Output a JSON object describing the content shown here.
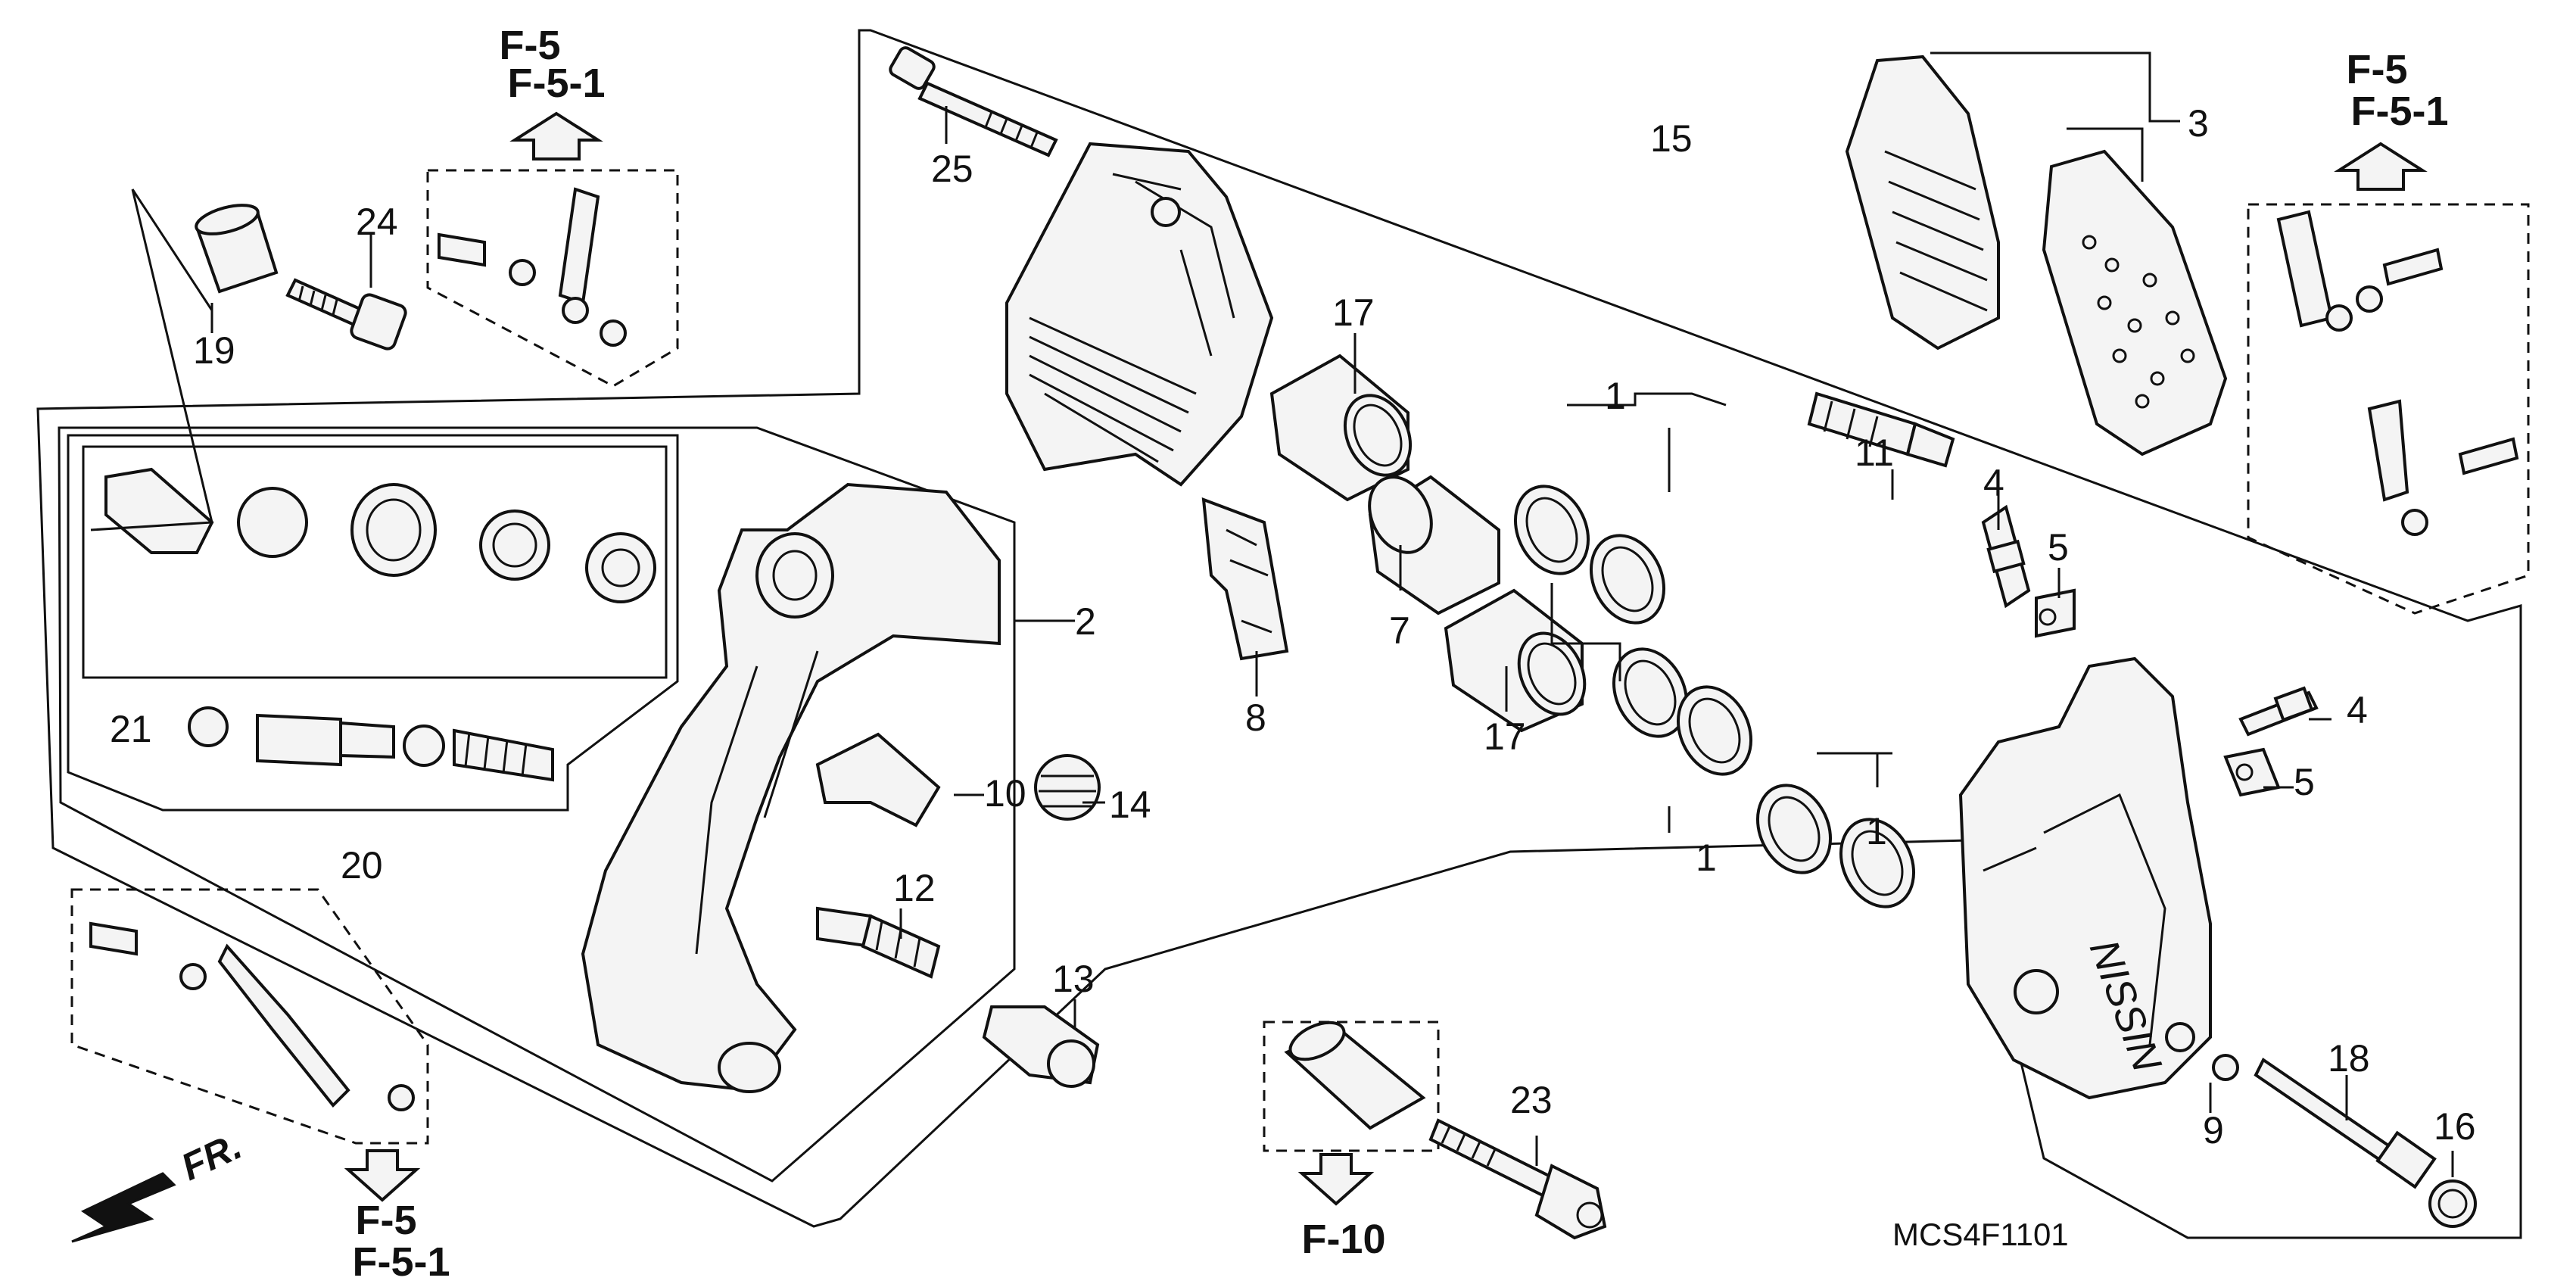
{
  "diagram": {
    "code": "MCS4F1101",
    "front_marker": "FR.",
    "caliper_brand": "NISSIN",
    "references": [
      {
        "id": "ref-top-left",
        "lines": [
          "F-5",
          "F-5-1"
        ]
      },
      {
        "id": "ref-top-right",
        "lines": [
          "F-5",
          "F-5-1"
        ]
      },
      {
        "id": "ref-bottom-left",
        "lines": [
          "F-5",
          "F-5-1"
        ]
      },
      {
        "id": "ref-bottom-center",
        "lines": [
          "F-10"
        ]
      }
    ],
    "callouts": [
      "1",
      "1",
      "1",
      "2",
      "3",
      "4",
      "4",
      "5",
      "5",
      "7",
      "8",
      "9",
      "10",
      "11",
      "12",
      "13",
      "14",
      "15",
      "16",
      "17",
      "17",
      "18",
      "19",
      "20",
      "21",
      "23",
      "24",
      "25"
    ]
  }
}
